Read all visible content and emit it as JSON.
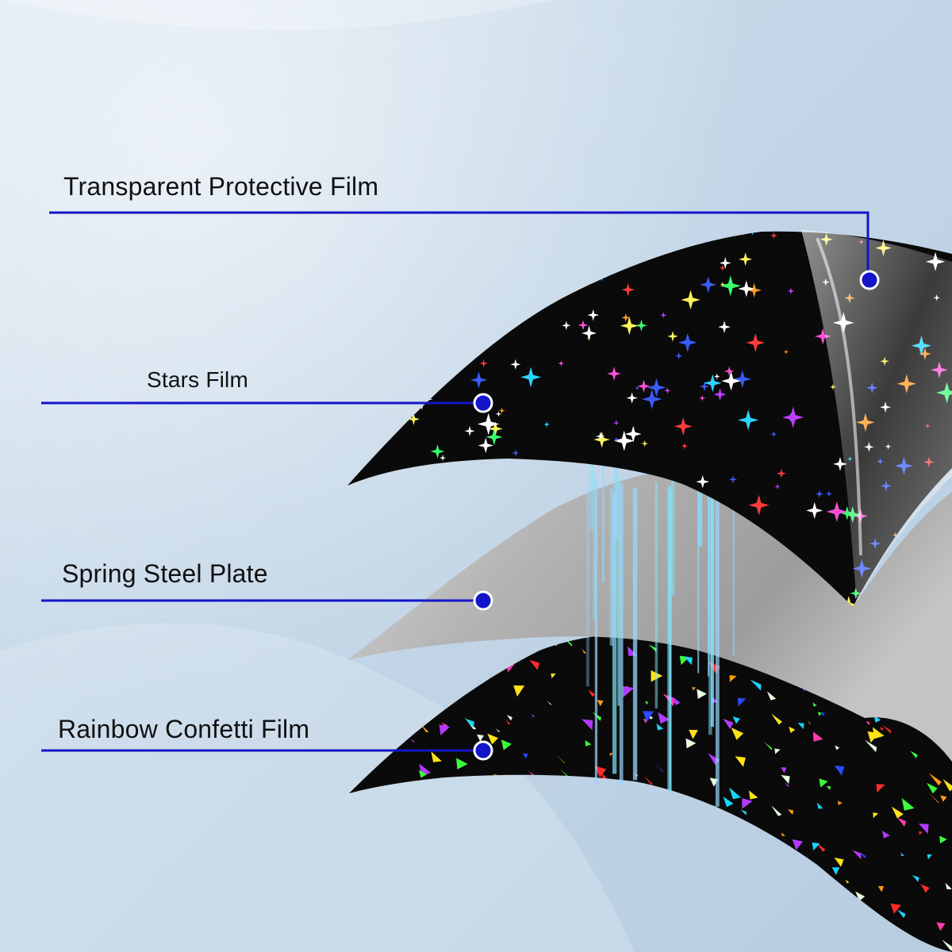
{
  "labels": {
    "protective": "Transparent Protective Film",
    "stars": "Stars Film",
    "steel": "Spring Steel Plate",
    "confetti": "Rainbow Confetti Film"
  },
  "colors": {
    "line": "#1414c8",
    "background": "#c6d8e8",
    "steel": "#a9a9a9",
    "film_base": "#0a0a0a"
  }
}
